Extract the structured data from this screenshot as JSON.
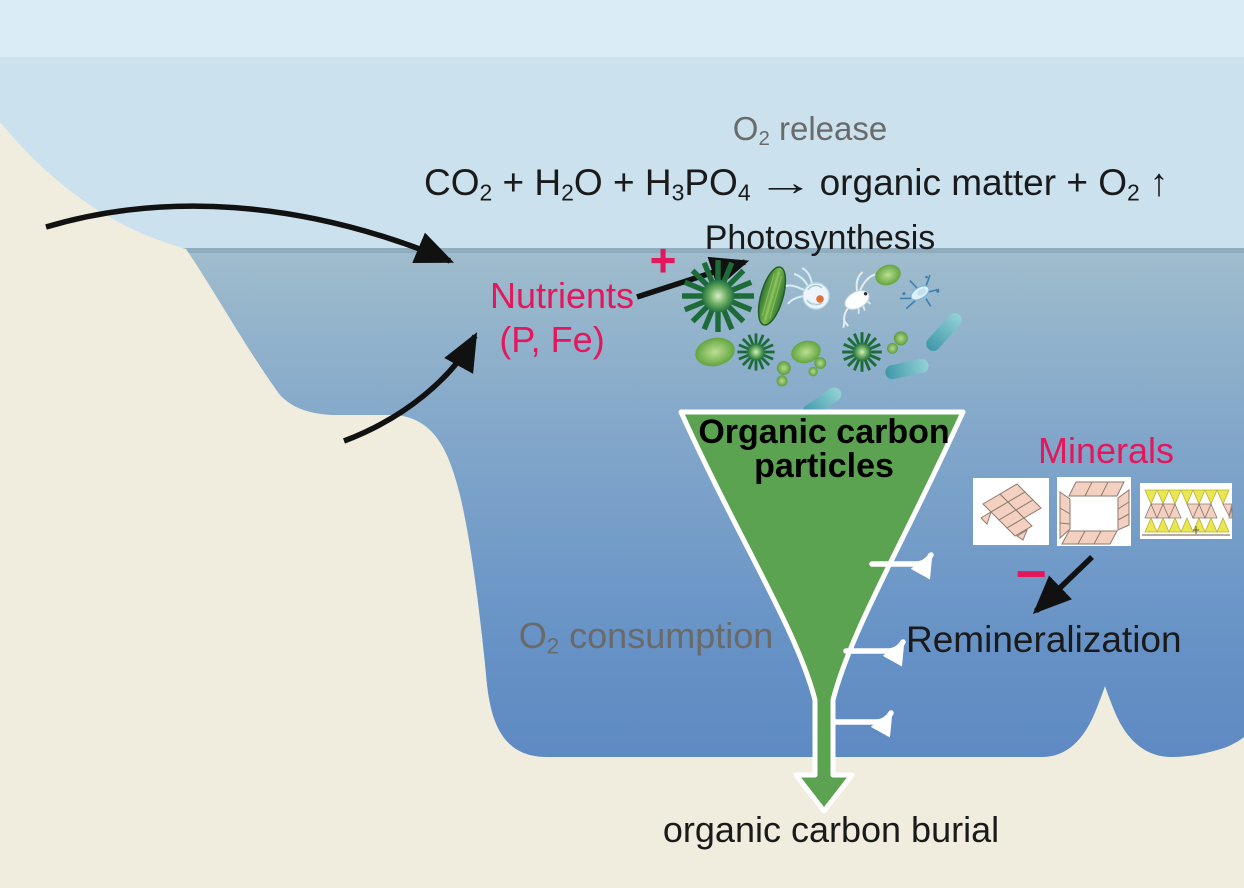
{
  "colors": {
    "sky_top": "#DAECF5",
    "sky": "#CBE1EE",
    "ocean_surface": "#A0BDCD",
    "ocean_deep": "#5D88C2",
    "land": "#F0EDDE",
    "funnel_green": "#5BA351",
    "accent_pink": "#E3175C",
    "muted_gray": "#6A6A6A",
    "bacteria_teal": "#3E97A9",
    "diatom_dark_green": "#1E6B3A",
    "mineral_salmon": "#F4D0C1",
    "mineral_yellow": "#EAE64F"
  },
  "atmosphere": {
    "o2_release": [
      {
        "t": "O"
      },
      {
        "t": "2",
        "sub": true
      },
      {
        "t": " release"
      }
    ],
    "equation": [
      {
        "t": "CO"
      },
      {
        "t": "2",
        "sub": true
      },
      {
        "t": " + H"
      },
      {
        "t": "2",
        "sub": true
      },
      {
        "t": "O + H"
      },
      {
        "t": "3",
        "sub": true
      },
      {
        "t": "PO"
      },
      {
        "t": "4",
        "sub": true
      },
      {
        "t": "→",
        "cls": "rxn-arrow"
      },
      {
        "t": "organic matter + O"
      },
      {
        "t": "2",
        "sub": true
      },
      {
        "t": "↑",
        "cls": "up-arrow"
      }
    ]
  },
  "surface": {
    "photosynthesis": "Photosynthesis",
    "plus_sign": "+",
    "nutrients": [
      "Nutrients",
      "(P, Fe)"
    ]
  },
  "funnel": {
    "label_line1": "Organic carbon",
    "label_line2": "particles"
  },
  "minerals": {
    "label": "Minerals",
    "minus_sign": "−",
    "box_icons": [
      "parallelogram-chain-crystal",
      "square-frame-crystal",
      "triangle-band-crystal"
    ]
  },
  "deep": {
    "remineralization": "Remineralization",
    "o2_consumption": [
      {
        "t": "O"
      },
      {
        "t": "2",
        "sub": true
      },
      {
        "t": " consumption"
      }
    ]
  },
  "seafloor": {
    "burial": "organic carbon burial"
  },
  "organism_icons": [
    "sunburst-diatom",
    "pennate-diatom",
    "jellyfish-larva",
    "copepod",
    "green-algae-oval",
    "crustacean-larva",
    "bacteria-rod",
    "dividing-cells"
  ]
}
